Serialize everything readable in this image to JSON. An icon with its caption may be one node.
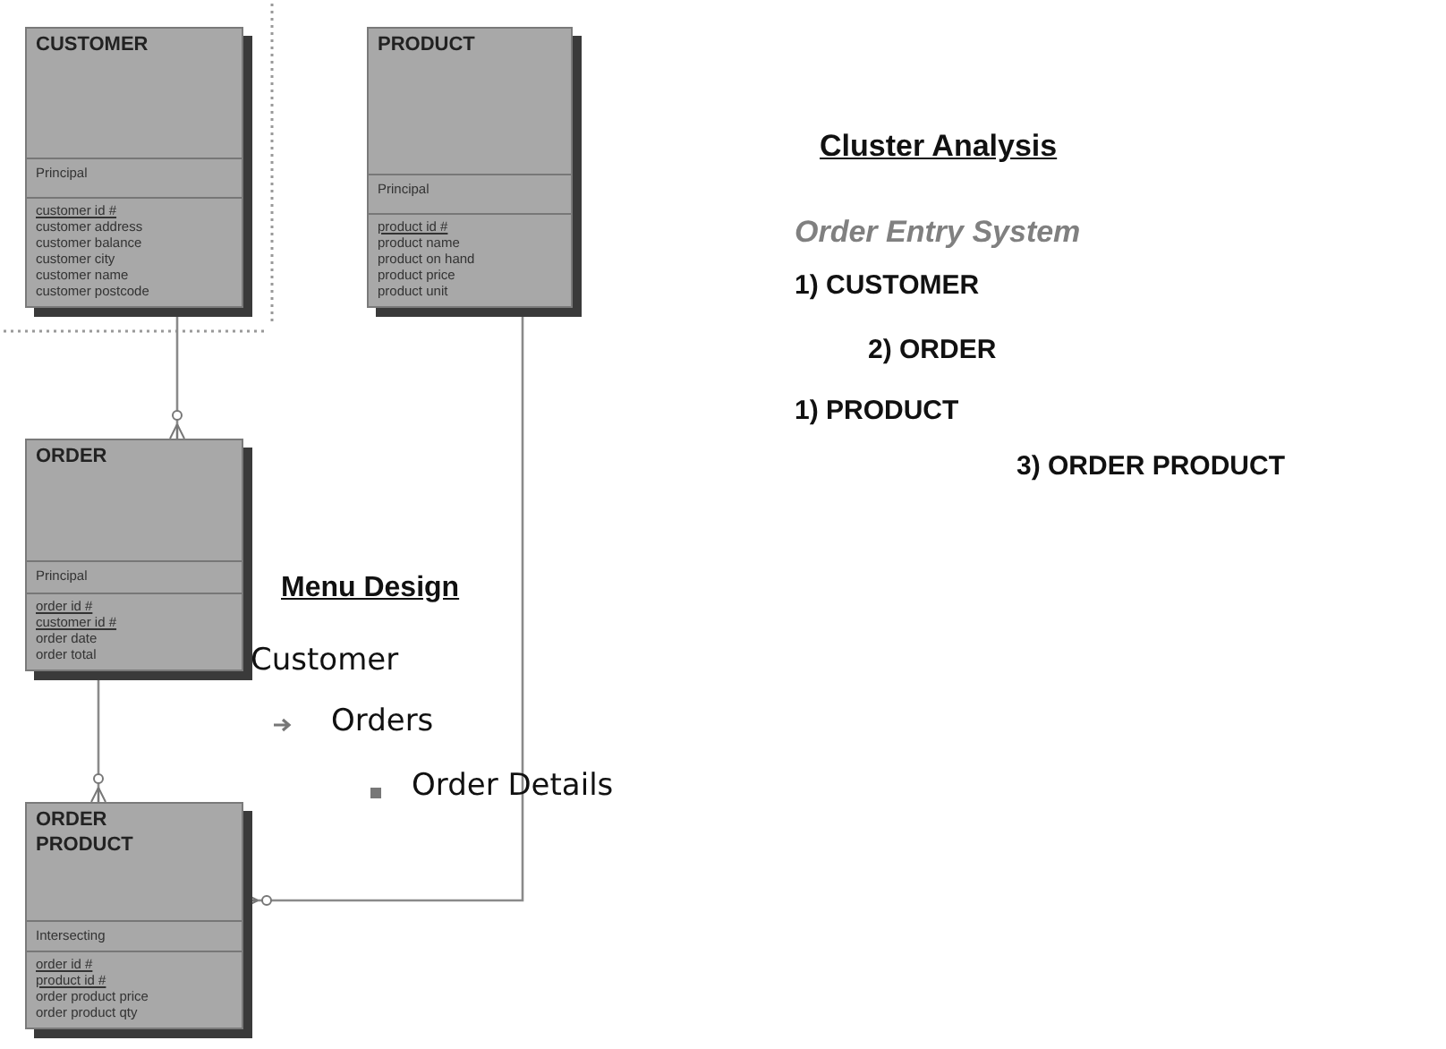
{
  "diagram": {
    "nodes": [
      {
        "text": [
          "CUSTOMER",
          "Principal",
          "customer id #",
          "customer address",
          "customer balance",
          "customer city",
          "customer name",
          "customer postcode"
        ]
      },
      {
        "text": [
          "PRODUCT",
          "Principal",
          "product id #",
          "product name",
          "product on hand",
          "product price",
          "product unit"
        ]
      },
      {
        "text": [
          "ORDER",
          "Principal",
          "order id #",
          "customer id #",
          "order date",
          "order total"
        ]
      },
      {
        "text": [
          "ORDER PRODUCT",
          "Intersecting",
          "order id #",
          "product id #",
          "order product price",
          "order product qty"
        ]
      }
    ],
    "edges": [
      {
        "from": 0,
        "to": 2,
        "arrow": "other"
      },
      {
        "from": 2,
        "to": 3,
        "arrow": "other"
      },
      {
        "from": 1,
        "to": 3,
        "arrow": "other"
      }
    ],
    "labels": [
      "Cluster Analysis",
      "Order Entry System",
      "1) CUSTOMER",
      "2) ORDER",
      "1) PRODUCT",
      "3) ORDER PRODUCT",
      "Menu Design",
      "Customer",
      "Orders",
      "Order Details"
    ]
  }
}
